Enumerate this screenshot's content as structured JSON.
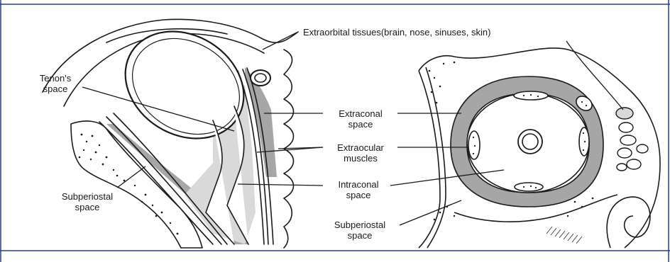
{
  "figure": {
    "colors": {
      "frame_border": "#27408b",
      "gray_fill": "#a6a6a6",
      "light_fill": "#d9d9d9",
      "line": "#1a1a1a"
    },
    "labels": {
      "extraorbital": "Extraorbital tissues(brain, nose, sinuses, skin)",
      "tenons": [
        "Tenon's",
        "space"
      ],
      "subperiosteal_left": [
        "Subperiostal",
        "space"
      ],
      "extraconal": [
        "Extraconal",
        "space"
      ],
      "extraocular": [
        "Extraocular",
        "muscles"
      ],
      "intraconal": [
        "Intraconal",
        "space"
      ],
      "subperiosteal_right": [
        "Subperiostal",
        "space"
      ]
    }
  }
}
